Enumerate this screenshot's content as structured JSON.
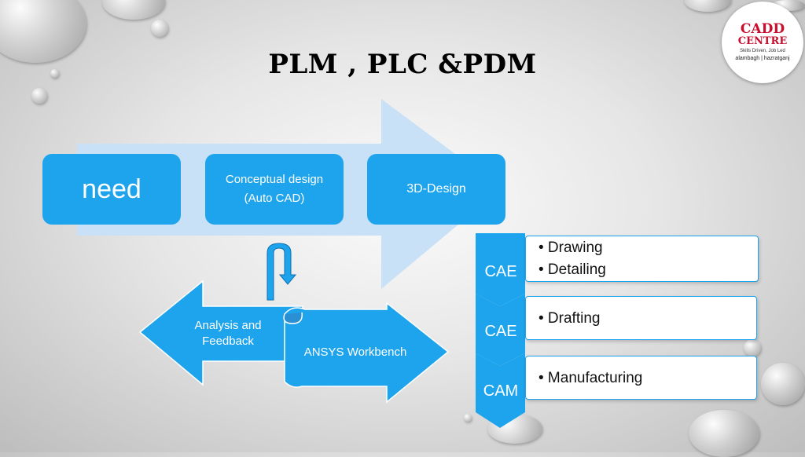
{
  "title": "PLM , PLC &PDM",
  "logo": {
    "name_line1": "CADD",
    "name_line2": "CENTRE",
    "tagline": "Skills Driven, Job Led",
    "location": "alambagh | hazratganj"
  },
  "process": {
    "steps": [
      {
        "label": "need"
      },
      {
        "label_line1": "Conceptual design",
        "label_line2": "(Auto CAD)"
      },
      {
        "label": "3D-Design"
      }
    ]
  },
  "feedback": {
    "left_line1": "Analysis and",
    "left_line2": "Feedback",
    "right": "ANSYS Workbench"
  },
  "stages": [
    {
      "tag": "CAE",
      "items": [
        "• Drawing",
        "• Detailing"
      ]
    },
    {
      "tag": "CAE",
      "items": [
        "• Drafting"
      ]
    },
    {
      "tag": "CAM",
      "items": [
        "• Manufacturing"
      ]
    }
  ],
  "colors": {
    "accent": "#1ea4ec",
    "arrow_light": "#c9e1f7",
    "logo_red": "#c8102e"
  }
}
